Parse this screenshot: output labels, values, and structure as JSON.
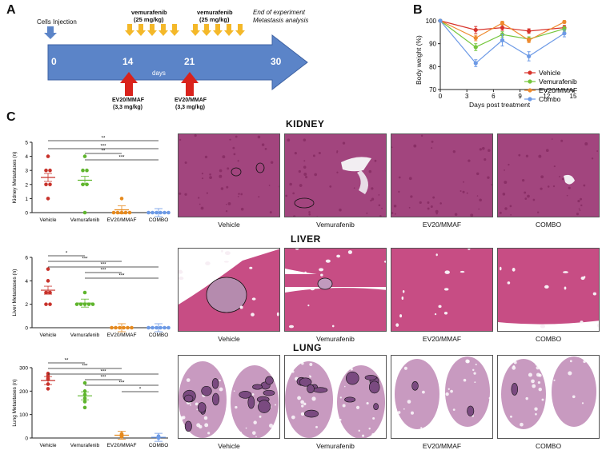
{
  "panels": {
    "a": "A",
    "b": "B",
    "c": "C"
  },
  "timeline": {
    "cells_injection": "Cells Injection",
    "day0": "0",
    "day14": "14",
    "day21": "21",
    "day30": "30",
    "days_label": "days",
    "vem1_title": "vemurafenib",
    "vem1_dose": "(25 mg/kg)",
    "vem2_title": "vemurafenib",
    "vem2_dose": "(25 mg/kg)",
    "end_line1": "End of experiment",
    "end_line2": "Metastasis analysis",
    "ev1_title": "EV20/MMAF",
    "ev1_dose": "(3,3 mg/kg)",
    "ev2_title": "EV20/MMAF",
    "ev2_dose": "(3,3 mg/kg)",
    "colors": {
      "arrow": "#5b84c8",
      "drop": "#f4b829",
      "red": "#d9221c"
    }
  },
  "body_weight": {
    "ylabel": "Body weight (%)",
    "xlabel": "Days post treatment",
    "yticks": [
      "70",
      "80",
      "90",
      "100"
    ],
    "xticks": [
      "0",
      "3",
      "6",
      "9",
      "12",
      "15"
    ],
    "legend": [
      "Vehicle",
      "Vemurafenib",
      "EV20/MMAF",
      "Combo"
    ]
  },
  "chart_data": [
    {
      "type": "line",
      "xlabel": "Days post treatment",
      "ylabel": "Body weight (%)",
      "xlim": [
        0,
        15
      ],
      "ylim": [
        70,
        100
      ],
      "x": [
        0,
        4,
        7,
        10,
        14
      ],
      "series": [
        {
          "name": "Vehicle",
          "color": "#d8332b",
          "values": [
            100,
            96,
            97,
            95.5,
            97
          ],
          "err": [
            0,
            1.5,
            1.2,
            1,
            1
          ]
        },
        {
          "name": "Vemurafenib",
          "color": "#74c63b",
          "values": [
            100,
            88.5,
            94,
            92,
            96.5
          ],
          "err": [
            0,
            1.5,
            1.2,
            1,
            1
          ]
        },
        {
          "name": "EV20/MMAF",
          "color": "#ee8a2e",
          "values": [
            100,
            92.5,
            99,
            91.5,
            99.5
          ],
          "err": [
            0,
            1.2,
            0.8,
            1,
            0.6
          ]
        },
        {
          "name": "Combo",
          "color": "#6d9ae6",
          "values": [
            100,
            81.5,
            91.5,
            84.5,
            94.5
          ],
          "err": [
            0,
            1.5,
            2.5,
            2,
            1.5
          ]
        }
      ],
      "legend_position": "right"
    },
    {
      "type": "scatter",
      "ylabel": "Kidney Metastases (n)",
      "ylim": [
        0,
        5
      ],
      "yticks": [
        "0",
        "1",
        "2",
        "3",
        "4",
        "5"
      ],
      "categories": [
        "Vehicle",
        "Vemurafenib",
        "EV20/MMAF",
        "COMBO"
      ],
      "points": [
        [
          1,
          2,
          2,
          3,
          3,
          4
        ],
        [
          0,
          2,
          2,
          3,
          3,
          4
        ],
        [
          0,
          0,
          0,
          0,
          0,
          1
        ],
        [
          0,
          0,
          0,
          0,
          0,
          0
        ]
      ],
      "means": [
        2.5,
        2.3,
        0.2,
        0
      ],
      "significance": [
        "**",
        "***",
        "**",
        "***"
      ]
    },
    {
      "type": "scatter",
      "ylabel": "Liver Metastases (n)",
      "ylim": [
        0,
        6
      ],
      "yticks": [
        "0",
        "2",
        "4",
        "6"
      ],
      "categories": [
        "Vehicle",
        "Vemurafenib",
        "EV20/MMAF",
        "COMBO"
      ],
      "points": [
        [
          2,
          2,
          3,
          3,
          4,
          5
        ],
        [
          2,
          2,
          2,
          2,
          2,
          3
        ],
        [
          0,
          0,
          0,
          0,
          0,
          0
        ],
        [
          0,
          0,
          0,
          0,
          0,
          0
        ]
      ],
      "means": [
        3.2,
        2.1,
        0,
        0
      ],
      "significance": [
        "*",
        "***",
        "***",
        "***",
        "***"
      ]
    },
    {
      "type": "scatter",
      "ylabel": "Lung Metastases (n)",
      "ylim": [
        0,
        300
      ],
      "yticks": [
        "0",
        "100",
        "200",
        "300"
      ],
      "categories": [
        "Vehicle",
        "Vemurafenib",
        "EV20/MMAF",
        "COMBO"
      ],
      "points": [
        [
          210,
          230,
          250,
          255,
          265,
          275
        ],
        [
          130,
          155,
          170,
          185,
          200,
          235
        ],
        [
          5,
          8,
          10,
          12,
          15,
          18
        ],
        [
          0,
          1,
          2,
          3,
          5,
          8
        ]
      ],
      "means": [
        245,
        180,
        12,
        3
      ],
      "significance": [
        "**",
        "***",
        "***",
        "***",
        "***",
        "*"
      ]
    }
  ],
  "sections": {
    "kidney": "KIDNEY",
    "liver": "LIVER",
    "lung": "LUNG"
  },
  "tiles": {
    "kidney": [
      "Vehicle",
      "Vemurafenib",
      "EV20/MMAF",
      "COMBO"
    ],
    "liver": [
      "Vehicle",
      "Vemurafenib",
      "EV20/MMAF",
      "COMBO"
    ],
    "lung": [
      "Vehicle",
      "Vemurafenib",
      "EV20/MMAF",
      "COMBO"
    ]
  },
  "palette": {
    "vehicle": "#c8322b",
    "vemurafenib": "#5fb52d",
    "ev20": "#e68a1e",
    "combo": "#6d9ae6",
    "kidney_tissue": "#a2457e",
    "liver_tissue": "#c74d84",
    "lung_tissue": "#c89ac0"
  }
}
